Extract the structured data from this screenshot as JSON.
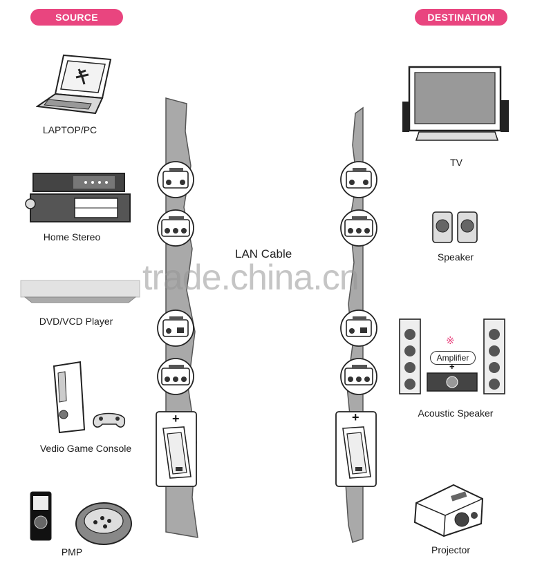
{
  "headers": {
    "source": "SOURCE",
    "destination": "DESTINATION"
  },
  "sources": [
    {
      "label": "LAPTOP/PC",
      "icon": "laptop-icon"
    },
    {
      "label": "Home Stereo",
      "icon": "home-stereo-icon"
    },
    {
      "label": "DVD/VCD Player",
      "icon": "dvd-player-icon"
    },
    {
      "label": "Vedio Game Console",
      "icon": "game-console-icon"
    },
    {
      "label": "PMP",
      "icon": "pmp-icon"
    }
  ],
  "destinations": [
    {
      "label": "TV",
      "icon": "tv-icon"
    },
    {
      "label": "Speaker",
      "icon": "speaker-icon"
    },
    {
      "label": "Acoustic Speaker",
      "icon": "acoustic-speaker-icon"
    },
    {
      "label": "Projector",
      "icon": "projector-icon"
    }
  ],
  "center": {
    "cable_label": "LAN Cable",
    "watermark": "trade.china.cn"
  },
  "amplifier": {
    "label": "Amplifier",
    "mark": "※",
    "plus": "+"
  },
  "wallplate": {
    "plus": "+"
  },
  "colors": {
    "accent": "#e9457f",
    "wall": "#a9a9a9",
    "wall_stroke": "#555555"
  }
}
